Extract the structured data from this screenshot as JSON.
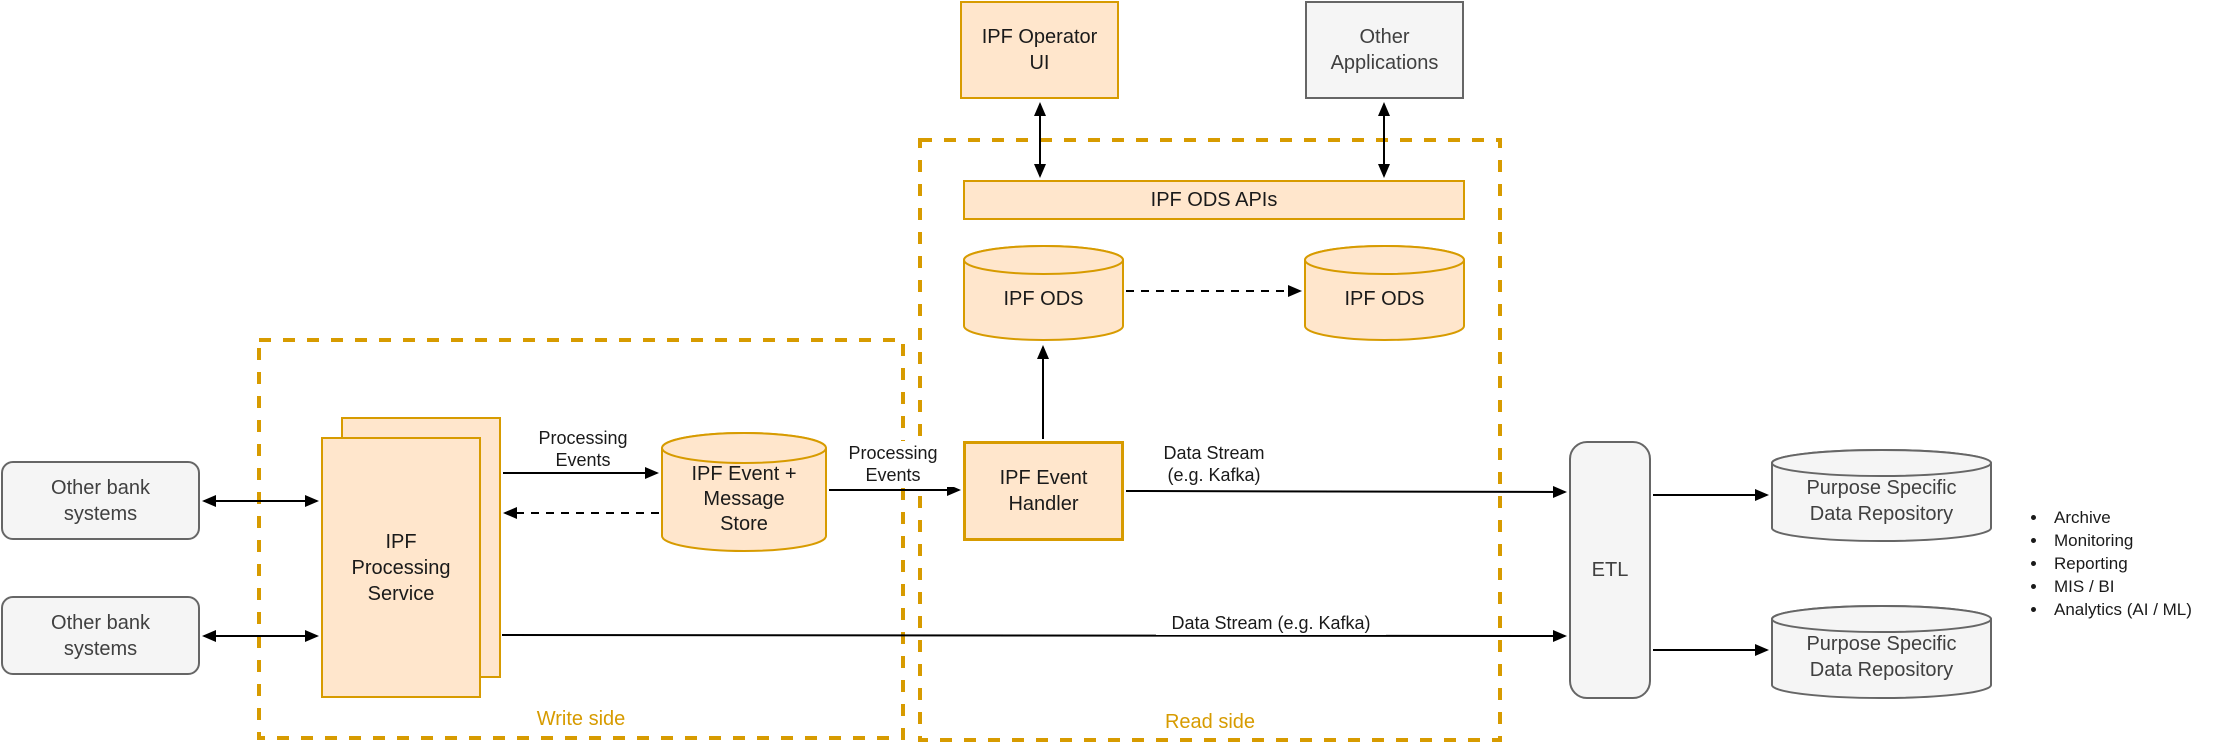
{
  "groups": {
    "write": "Write side",
    "read": "Read side"
  },
  "nodes": {
    "operator_ui": "IPF Operator\nUI",
    "other_applications": "Other\nApplications",
    "ods_apis": "IPF ODS APIs",
    "ods_left": "IPF ODS",
    "ods_right": "IPF ODS",
    "event_handler": "IPF Event\nHandler",
    "other_bank_top": "Other bank\nsystems",
    "other_bank_bottom": "Other bank\nsystems",
    "processing_service": "IPF\nProcessing\nService",
    "event_store": "IPF Event +\nMessage\nStore",
    "etl": "ETL",
    "repo_top": "Purpose Specific\nData Repository",
    "repo_bottom": "Purpose Specific\nData Repository"
  },
  "edge_labels": {
    "processing_events_left": "Processing\nEvents",
    "processing_events_right": "Processing\nEvents",
    "data_stream_upper": "Data Stream\n(e.g. Kafka)",
    "data_stream_lower": "Data Stream (e.g. Kafka)"
  },
  "purposes": {
    "items": [
      "Archive",
      "Monitoring",
      "Reporting",
      "MIS / BI",
      "Analytics (AI / ML)"
    ]
  },
  "colors": {
    "orange_fill": "#FFE6CC",
    "orange_stroke": "#D79B00",
    "gray_fill": "#F5F5F5",
    "gray_stroke": "#666666",
    "group_stroke": "#D79B00",
    "group_label": "#D79B00",
    "edge": "#000000"
  }
}
